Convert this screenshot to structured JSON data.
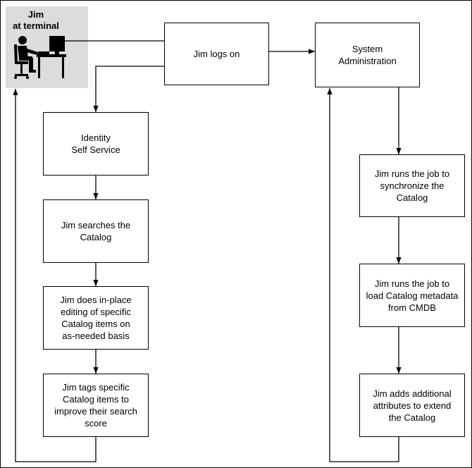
{
  "actor": {
    "name": "Jim",
    "location": "at terminal",
    "icon": "person-at-computer-icon"
  },
  "nodes": {
    "logon": [
      "Jim logs on"
    ],
    "sysadmin": [
      "System",
      "Administration"
    ],
    "identity": [
      "Identity",
      "Self Service"
    ],
    "search": [
      "Jim searches the",
      "Catalog"
    ],
    "edit": [
      "Jim does in-place",
      "editing of specific",
      "Catalog items on",
      "as-needed basis"
    ],
    "tag": [
      "Jim tags specific",
      "Catalog items to",
      "improve their search",
      "score"
    ],
    "sync": [
      "Jim runs the job to",
      "synchronize the",
      "Catalog"
    ],
    "load": [
      "Jim runs the job to",
      "load Catalog metadata",
      "from CMDB"
    ],
    "attrs": [
      "Jim adds additional",
      "attributes to extend",
      "the Catalog"
    ]
  }
}
